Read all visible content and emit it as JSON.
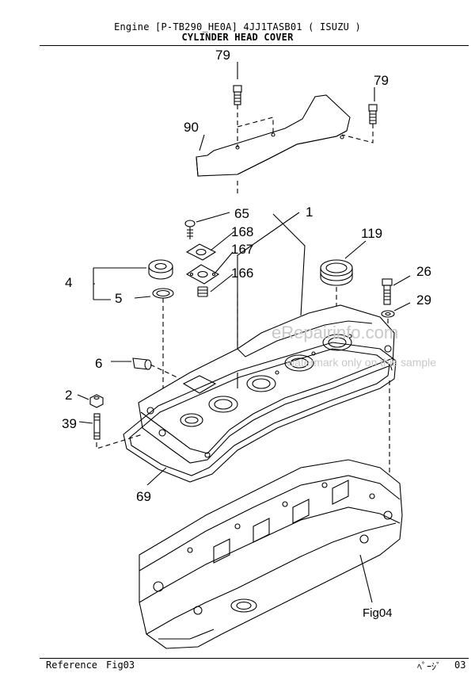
{
  "header": {
    "line1": "Engine [P-TB290_HE0A]  4JJ1TASB01 ( ISUZU )",
    "title": "CYLINDER HEAD COVER"
  },
  "labels": {
    "p79a": "79",
    "p79b": "79",
    "p90": "90",
    "p65": "65",
    "p1": "1",
    "p168": "168",
    "p167": "167",
    "p166": "166",
    "p119": "119",
    "p4": "4",
    "p5": "5",
    "p26": "26",
    "p29": "29",
    "p6": "6",
    "p2": "2",
    "p39": "39",
    "p69": "69",
    "fig04": "Fig04"
  },
  "watermark": {
    "site": "eRepairinfo.com",
    "note": "watermark only on this sample"
  },
  "footer": {
    "reference": "Reference",
    "fig": "Fig03",
    "page_label": "ﾍﾟｰｼﾞ",
    "page_number": "03"
  }
}
